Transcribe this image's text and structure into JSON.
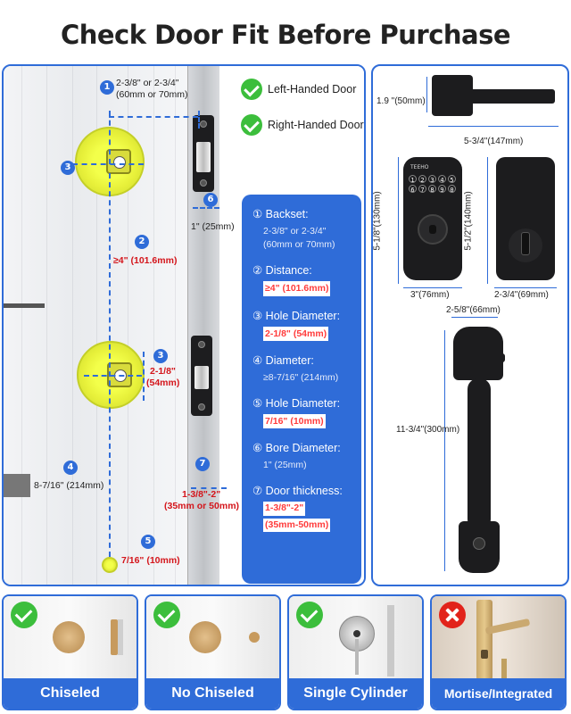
{
  "title": "Check Door Fit Before Purchase",
  "handedness": {
    "left": "Left-Handed Door",
    "right": "Right-Handed Door"
  },
  "diagram": {
    "n1": "1",
    "n2": "2",
    "n3a": "3",
    "n3b": "3",
    "n4": "4",
    "n5": "5",
    "n6": "6",
    "n7": "7",
    "backset_line1": "2-3/8\" or 2-3/4\"",
    "backset_line2": "(60mm or 70mm)",
    "distance": "≥4\" (101.6mm)",
    "hole_line1": "2-1/8\"",
    "hole_line2": "(54mm)",
    "diameter": "8-7/16\" (214mm)",
    "small_hole": "7/16\" (10mm)",
    "bore": "1\" (25mm)",
    "thick_line1": "1-3/8\"-2\"",
    "thick_line2": "(35mm or 50mm)"
  },
  "info": [
    {
      "head": "① Backset:",
      "val1": "2-3/8\" or 2-3/4\"",
      "val2": "(60mm or 70mm)"
    },
    {
      "head": "② Distance:",
      "val1": "≥4\" (101.6mm)"
    },
    {
      "head": "③ Hole Diameter:",
      "val1": "2-1/8\" (54mm)"
    },
    {
      "head": "④ Diameter:",
      "val1": "≥8-7/16\" (214mm)"
    },
    {
      "head": "⑤ Hole Diameter:",
      "val1": "7/16\" (10mm)"
    },
    {
      "head": "⑥ Bore Diameter:",
      "val1": "1\" (25mm)"
    },
    {
      "head": "⑦ Door thickness:",
      "val1": "1-3/8\"-2\"",
      "val2": "(35mm-50mm)"
    }
  ],
  "product": {
    "lever_height": "1.9 \"(50mm)",
    "lever_width": "5-3/4\"(147mm)",
    "brand": "TEEHO",
    "keypad_height": "5-1/8\"(130mm)",
    "keypad_width": "3\"(76mm)",
    "interior_height": "5-1/2\"(140mm)",
    "interior_width": "2-3/4\"(69mm)",
    "handle_width": "2-5/8\"(66mm)",
    "handle_height": "11-3/4\"(300mm)",
    "keys": [
      "1 2",
      "3 4",
      "5 6",
      "7 8",
      "9 0"
    ]
  },
  "tiles": [
    {
      "label": "Chiseled",
      "ok": true
    },
    {
      "label": "No Chiseled",
      "ok": true
    },
    {
      "label": "Single Cylinder",
      "ok": true
    },
    {
      "label": "Mortise/Integrated",
      "ok": false
    }
  ],
  "colors": {
    "accent": "#2f6cd8",
    "highlight": "#e7f03a",
    "red": "#d4151b",
    "ok": "#3cbe3c",
    "bad": "#e2231a"
  }
}
